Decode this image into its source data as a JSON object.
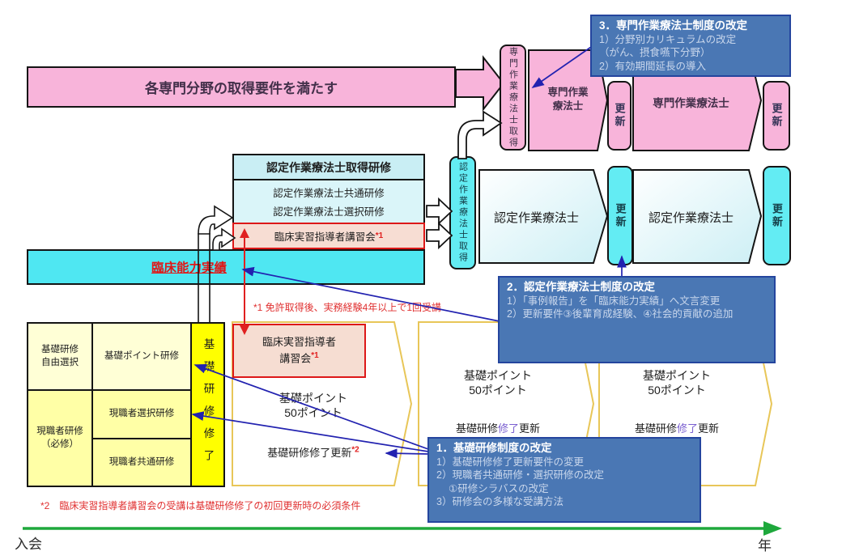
{
  "diagram": {
    "entry_box": "各専門分野の取得要件を満たす",
    "specialist": {
      "gate": "専門作業療法士取得",
      "stage1_l1": "専門作業",
      "stage1_l2": "療法士",
      "renew1": "更新",
      "stage2": "専門作業療法士",
      "renew2": "更新"
    },
    "certified": {
      "gate": "認定作業療法士取得",
      "stage1": "認定作業療法士",
      "renew1": "更新",
      "stage2": "認定作業療法士",
      "renew2": "更新"
    },
    "training_stack": {
      "header": "認定作業療法士取得研修",
      "common": "認定作業療法士共通研修",
      "elective": "認定作業療法士選択研修",
      "clinical": "臨床実習指導者講習会",
      "clinical_ref": "*1"
    },
    "ability_bar": "臨床能力実績",
    "clinical_box": {
      "l1": "臨床実習指導者",
      "l2": "講習会",
      "ref": "*1"
    },
    "notes": {
      "n1": "*1 免許取得後、実務経験4年以上で1回受講",
      "n2": "*2　臨床実習指導者講習会の受講は基礎研修修了の初回更新時の必須条件"
    },
    "basic_table": {
      "free_l1": "基礎研修",
      "free_l2": "自由選択",
      "incumbent_l1": "現職者研修",
      "incumbent_l2": "（必修）",
      "point_training": "基礎ポイント研修",
      "elective_training": "現職者選択研修",
      "common_training": "現職者共通研修",
      "completed": "基礎研修修了"
    },
    "cycles": {
      "p1": {
        "pt1": "基礎ポイント",
        "pt2": "50ポイント",
        "renew": "基礎研修修了更新",
        "ref": "*2"
      },
      "p2": {
        "pt1": "基礎ポイント",
        "pt2": "50ポイント",
        "renew_a": "基礎研修",
        "renew_b": "修了",
        "renew_c": "更新"
      },
      "p3": {
        "pt1": "基礎ポイント",
        "pt2": "50ポイント",
        "renew_a": "基礎研修",
        "renew_b": "修了",
        "renew_c": "更新"
      }
    },
    "callouts": {
      "c3": {
        "title": "3．専門作業療法士制度の改定",
        "lines": [
          "1）分野別カリキュラムの改定",
          "（がん、摂食嚥下分野）",
          "2）有効期間延長の導入"
        ]
      },
      "c2": {
        "title": "2．認定作業療法士制度の改定",
        "lines": [
          "1）「事例報告」を「臨床能力実績」へ文言変更",
          "2）更新要件③後輩育成経験、④社会的貢献の追加"
        ]
      },
      "c1": {
        "title": "1．基礎研修制度の改定",
        "lines": [
          "1）基礎研修修了更新要件の変更",
          "2）現職者共通研修・選択研修の改定",
          "①研修シラバスの改定",
          "3）研修会の多様な受講方法"
        ]
      }
    },
    "axis": {
      "start": "入会",
      "end": "年"
    },
    "colors": {
      "pink": "#f8b4da",
      "cyan": "#56e8f2",
      "cyan_light": "#d9f5f9",
      "yellow": "#ffff00",
      "yellow_light": "#ffffa6",
      "cream": "#ffffd6",
      "callout_blue": "#4a77b4",
      "red": "#dd2020",
      "purple": "#7a5fd0",
      "green": "#1ea83c"
    }
  }
}
